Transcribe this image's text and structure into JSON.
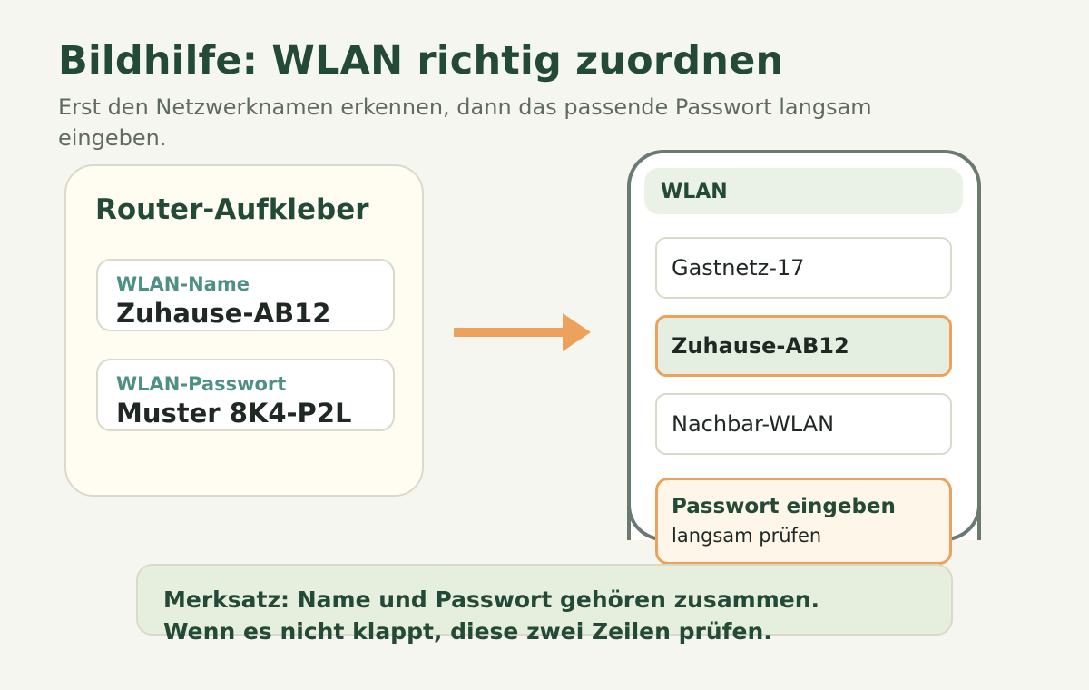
{
  "header": {
    "title": "Bildhilfe: WLAN richtig zuordnen",
    "subtitle": "Erst den Netzwerknamen erkennen, dann das passende Passwort langsam eingeben."
  },
  "sticker": {
    "title": "Router-Aufkleber",
    "name_label": "WLAN-Name",
    "name_value": "Zuhause-AB12",
    "password_label": "WLAN-Passwort",
    "password_value": "Muster 8K4-P2L"
  },
  "arrow": {
    "color": "#eda25c",
    "icon": "arrow-right-icon"
  },
  "wifi_menu": {
    "header": "WLAN",
    "networks": [
      {
        "label": "Gastnetz-17",
        "selected": false
      },
      {
        "label": "Zuhause-AB12",
        "selected": true
      },
      {
        "label": "Nachbar-WLAN",
        "selected": false
      }
    ],
    "password_prompt": {
      "title": "Passwort eingeben",
      "hint": "langsam prüfen"
    }
  },
  "memo": {
    "line1": "Merksatz: Name und Passwort gehören zusammen.",
    "line2": "Wenn es nicht klappt, diese zwei Zeilen prüfen."
  },
  "colors": {
    "heading": "#234a37",
    "accent": "#eda25c",
    "label_teal": "#4e8f86",
    "background": "#f6f6f0"
  }
}
